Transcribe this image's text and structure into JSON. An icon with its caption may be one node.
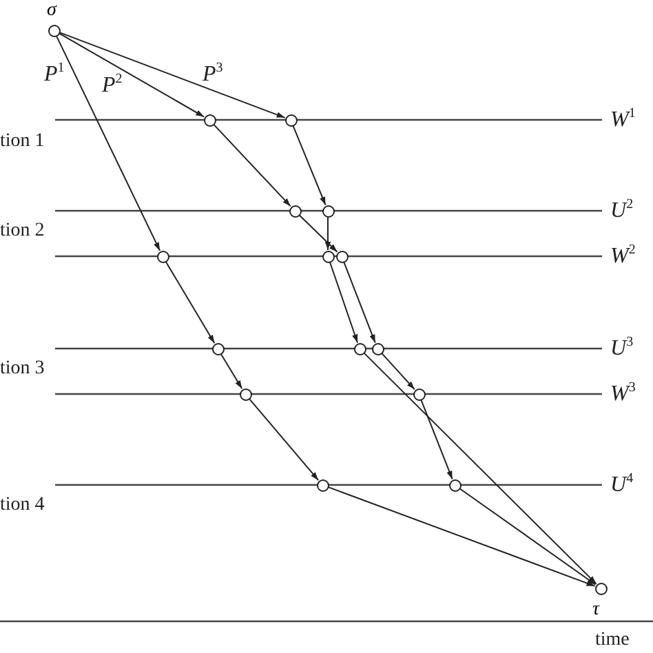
{
  "diagram": {
    "nodes": [
      {
        "text": [],
        "shape": "circle",
        "beside": [
          "σ"
        ]
      },
      {
        "text": [],
        "shape": "circle"
      },
      {
        "text": [],
        "shape": "circle"
      },
      {
        "text": [],
        "shape": "circle"
      },
      {
        "text": [],
        "shape": "circle"
      },
      {
        "text": [],
        "shape": "circle"
      },
      {
        "text": [],
        "shape": "circle"
      },
      {
        "text": [],
        "shape": "circle"
      },
      {
        "text": [],
        "shape": "circle"
      },
      {
        "text": [],
        "shape": "circle"
      },
      {
        "text": [],
        "shape": "circle"
      },
      {
        "text": [],
        "shape": "circle"
      },
      {
        "text": [],
        "shape": "circle"
      },
      {
        "text": [],
        "shape": "circle"
      },
      {
        "text": [],
        "shape": "circle"
      },
      {
        "text": [],
        "shape": "circle",
        "beside": [
          "τ"
        ]
      }
    ],
    "edges": [
      {
        "from": 0,
        "to": 1,
        "arrow": "to"
      },
      {
        "from": 0,
        "to": 2,
        "arrow": "to"
      },
      {
        "from": 0,
        "to": 5,
        "arrow": "to"
      },
      {
        "from": 1,
        "to": 3,
        "arrow": "to"
      },
      {
        "from": 2,
        "to": 4,
        "arrow": "to"
      },
      {
        "from": 4,
        "to": 6,
        "arrow": "to"
      },
      {
        "from": 3,
        "to": 7,
        "arrow": "to"
      },
      {
        "from": 5,
        "to": 8,
        "arrow": "to"
      },
      {
        "from": 6,
        "to": 9,
        "arrow": "to"
      },
      {
        "from": 7,
        "to": 10,
        "arrow": "to"
      },
      {
        "from": 8,
        "to": 11,
        "arrow": "to"
      },
      {
        "from": 10,
        "to": 12,
        "arrow": "to"
      },
      {
        "from": 11,
        "to": 13,
        "arrow": "to"
      },
      {
        "from": 12,
        "to": 14,
        "arrow": "to"
      },
      {
        "from": 9,
        "to": 15,
        "arrow": "to"
      },
      {
        "from": 13,
        "to": 15,
        "arrow": "to"
      },
      {
        "from": 14,
        "to": 15,
        "arrow": "to"
      }
    ],
    "labels": [
      "P$^{1}$",
      "P$^{2}$",
      "P$^{3}$",
      "W$^{1}$",
      "tion 1",
      "U$^{2}$",
      "tion 2",
      "W$^{2}$",
      "U$^{3}$",
      "tion 3",
      "W$^{3}$",
      "U$^{4}$",
      "tion 4",
      "time"
    ]
  }
}
